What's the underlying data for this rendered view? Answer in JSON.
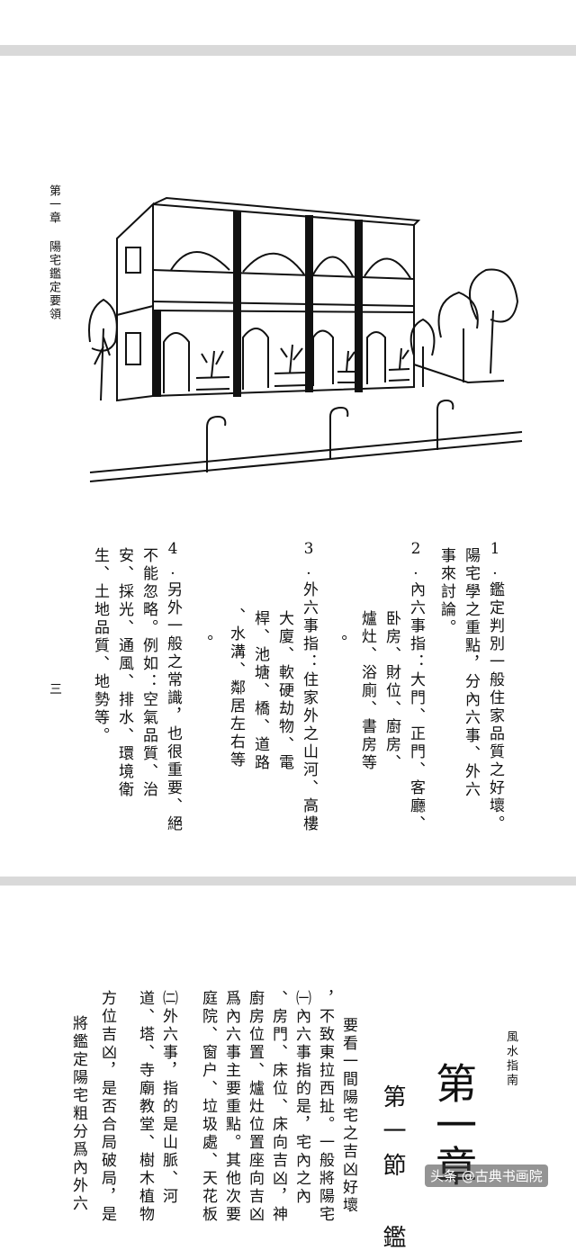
{
  "page1": {
    "running_head": "第一章 陽宅鑑定要領",
    "page_number": "三",
    "columns": [
      "1.鑑定判別一般住家品質之好壞。",
      "陽宅學之重點，分內六事、外六",
      "事來討論。",
      "2.內六事指：大門、正門、客廳、",
      "卧房、財位、廚房、",
      "爐灶、浴廁、書房等",
      "。",
      "3.外六事指：住家外之山河、高樓",
      "大廈、軟硬劫物、電",
      "桿、池塘、橋、道路",
      "、水溝、鄰居左右等",
      "。",
      "4.另外一般之常識，也很重要、絕",
      "不能忽略。例如：空氣品質、治",
      "安、採光、通風、排水、環境衛",
      "生、土地品質、地勢等。"
    ]
  },
  "page2": {
    "header": "風水指南",
    "chapter": "第一章",
    "section": "第一節 鑑",
    "columns": [
      "要看一間陽宅之吉凶好壞",
      "，不致東拉西扯。一般將陽宅",
      "㈠內六事指的是，宅內之內",
      "、房門、床位、床向吉凶，神",
      "廚房位置、爐灶位置座向吉凶",
      "爲內六事主要重點。其他次要",
      "庭院、窗户、垃圾處、天花板",
      "㈡外六事，指的是山脈、河",
      "道、塔、寺廟教堂、樹木植物",
      "方位吉凶，是否合局破局，是",
      "將鑑定陽宅粗分爲內外六"
    ]
  },
  "watermark": "头条 @古典书画院"
}
